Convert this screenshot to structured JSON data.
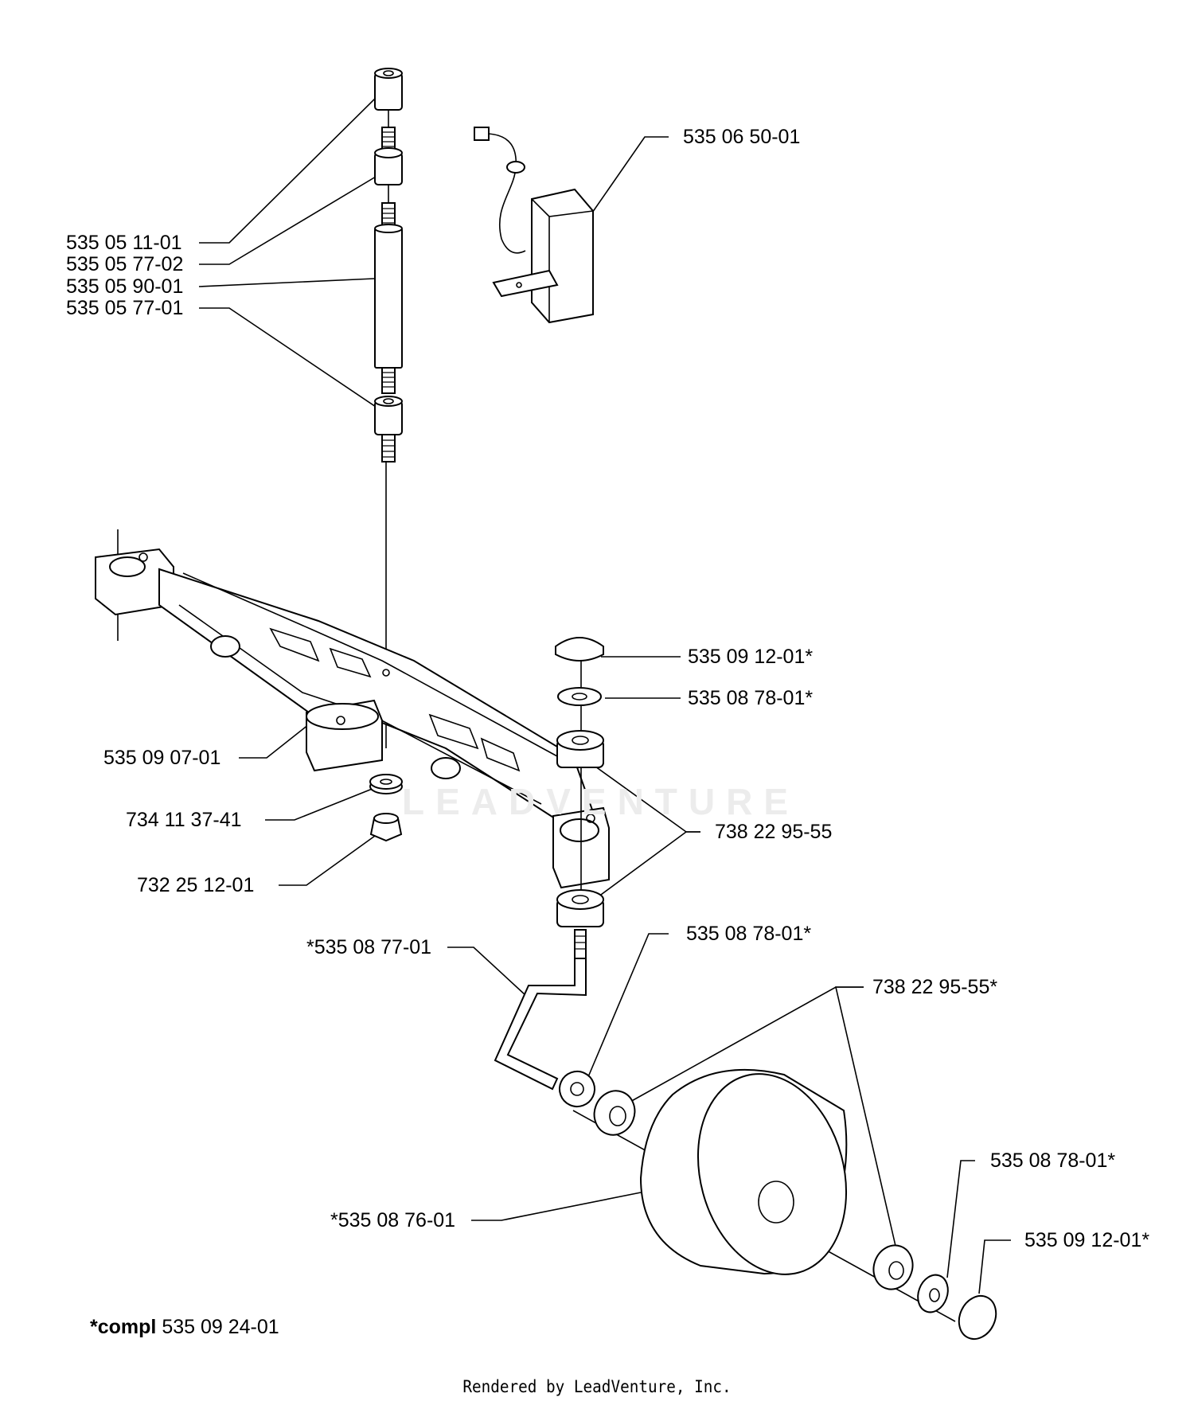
{
  "callouts": {
    "c1": "535 05 11-01",
    "c2": "535 05 77-02",
    "c3": "535 05 90-01",
    "c4": "535 05 77-01",
    "c5": "535 06 50-01",
    "c6": "535 09 12-01*",
    "c7": "535 08 78-01*",
    "c8": "535 09 07-01",
    "c9": "734 11 37-41",
    "c10": "738 22 95-55",
    "c11": "732 25 12-01",
    "c12": "*535 08 77-01",
    "c13": "535 08 78-01*",
    "c14": "738 22 95-55*",
    "c15": "535 08 78-01*",
    "c16": "*535 08 76-01",
    "c17": "535 09 12-01*"
  },
  "footnote": {
    "prefix": "*compl",
    "number": "535 09 24-01"
  },
  "credit": "Rendered by LeadVenture, Inc.",
  "watermark": "LEADVENTURE"
}
